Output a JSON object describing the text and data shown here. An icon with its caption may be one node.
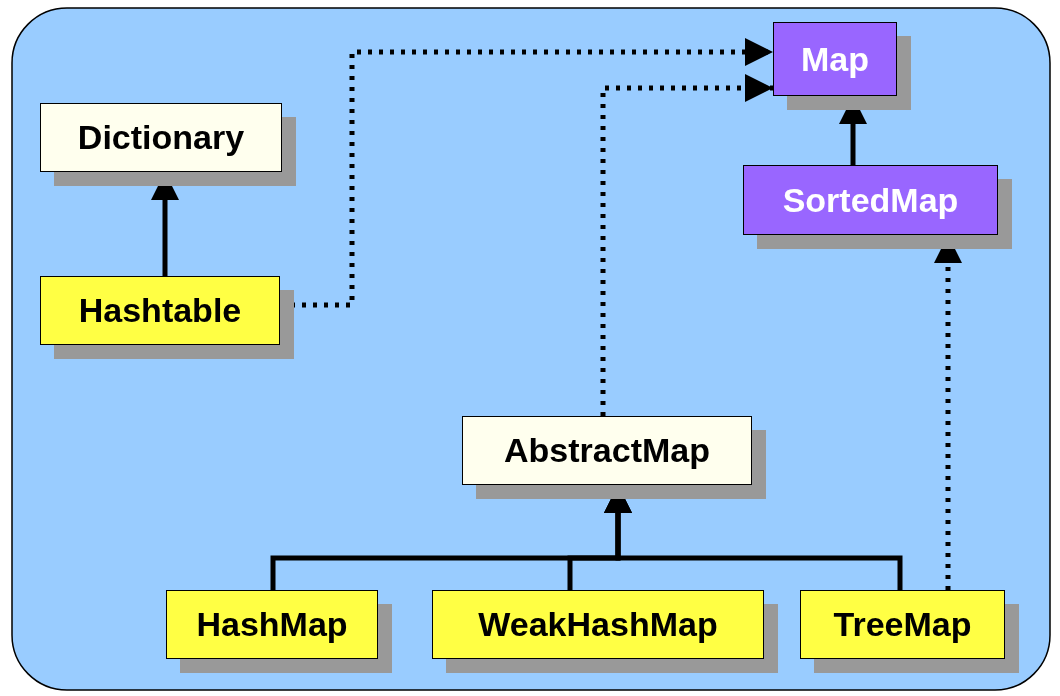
{
  "diagram": {
    "nodes": [
      {
        "text": [
          "Map"
        ]
      },
      {
        "text": [
          "Dictionary"
        ]
      },
      {
        "text": [
          "SortedMap"
        ]
      },
      {
        "text": [
          "Hashtable"
        ]
      },
      {
        "text": [
          "AbstractMap"
        ]
      },
      {
        "text": [
          "HashMap"
        ]
      },
      {
        "text": [
          "WeakHashMap"
        ]
      },
      {
        "text": [
          "TreeMap"
        ]
      }
    ],
    "edges": [
      {
        "from": 3,
        "to": 1,
        "arrow": "to"
      },
      {
        "from": 3,
        "to": 0,
        "arrow": "to",
        "style": "dashed"
      },
      {
        "from": 4,
        "to": 0,
        "arrow": "to",
        "style": "dashed"
      },
      {
        "from": 2,
        "to": 0,
        "arrow": "to"
      },
      {
        "from": 7,
        "to": 2,
        "arrow": "to",
        "style": "dashed"
      },
      {
        "from": 5,
        "to": 4,
        "arrow": "to"
      },
      {
        "from": 6,
        "to": 4,
        "arrow": "to"
      },
      {
        "from": 7,
        "to": 4,
        "arrow": "to"
      }
    ]
  }
}
